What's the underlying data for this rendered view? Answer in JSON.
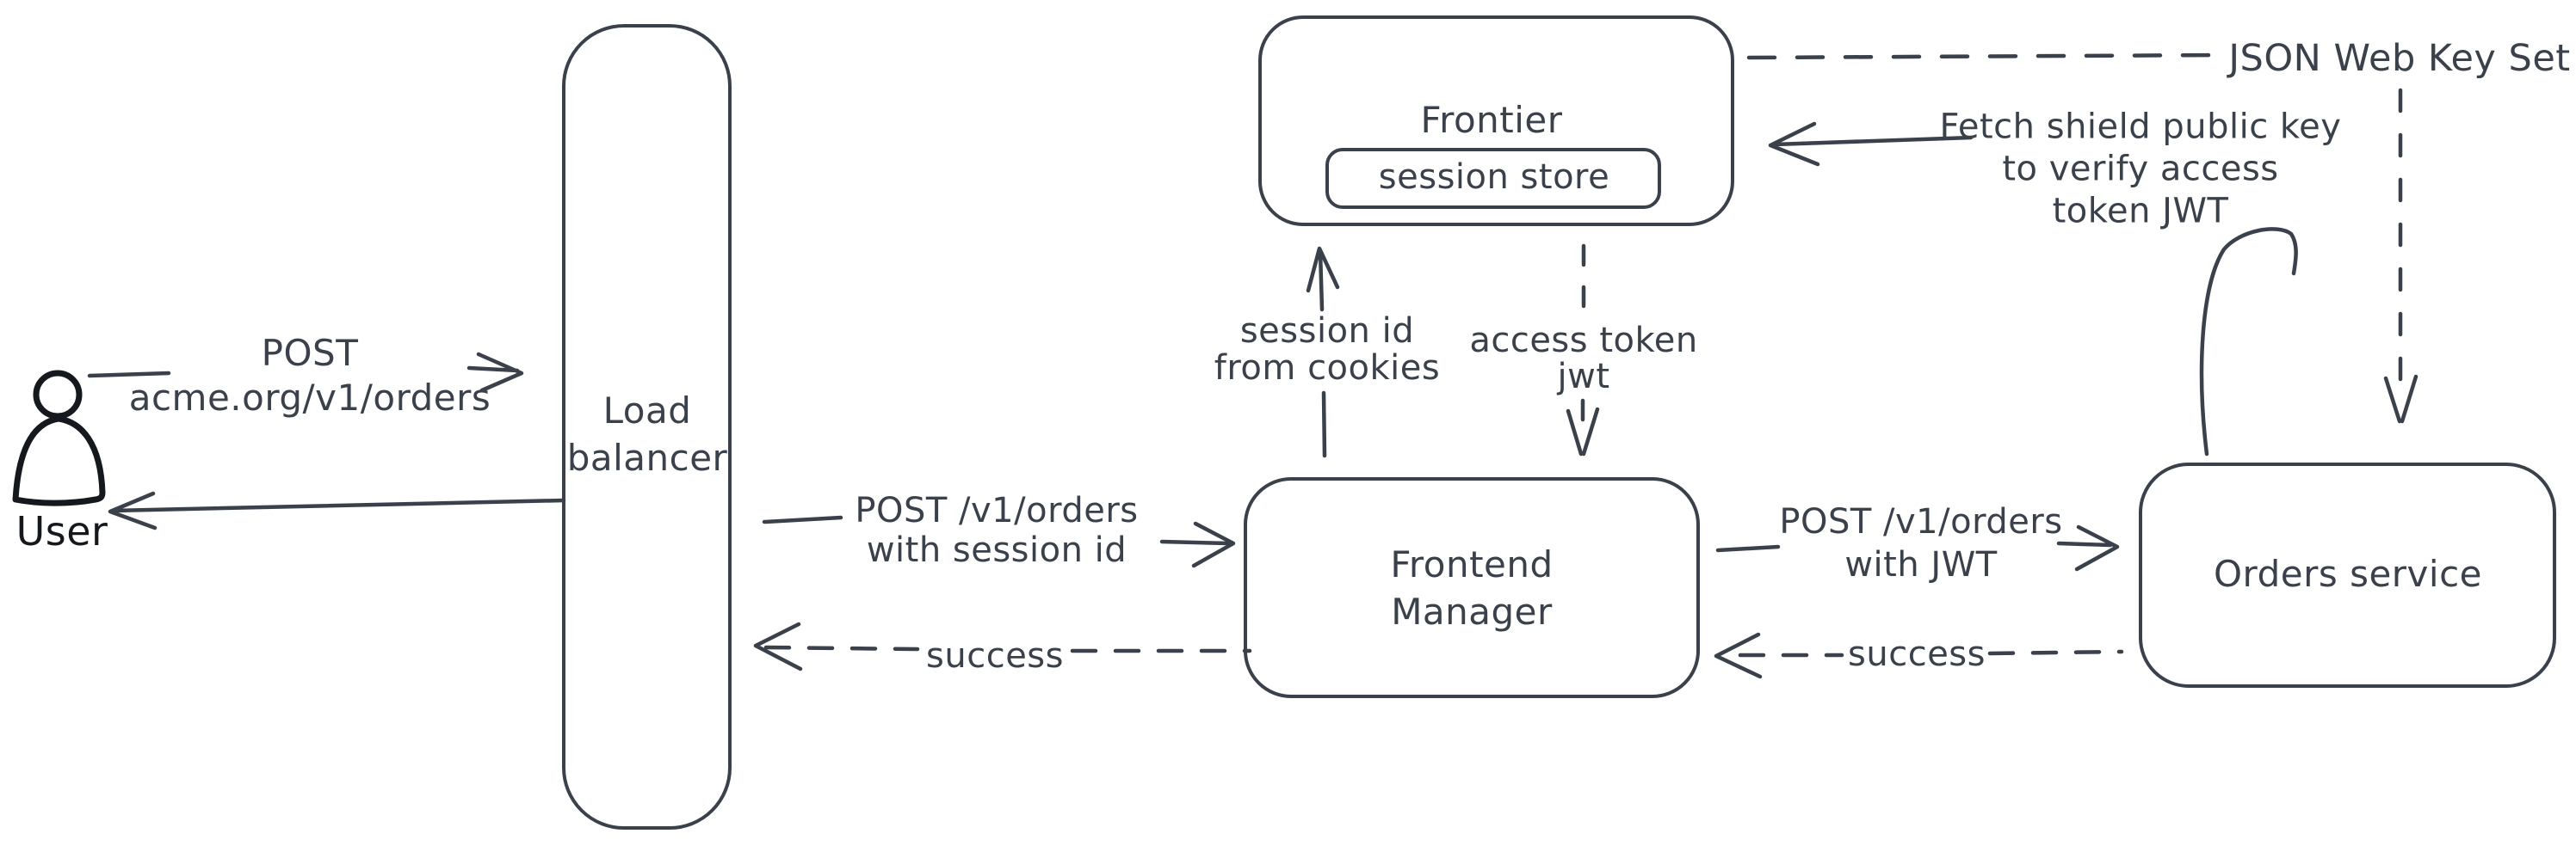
{
  "colors": {
    "stroke": "#3a414b",
    "user_stroke": "#15181c",
    "user_fill_crosshatch": "#c9d3dc",
    "background": "#ffffff"
  },
  "nodes": {
    "user": {
      "label": "User"
    },
    "load_balancer": {
      "line1": "Load",
      "line2": "balancer"
    },
    "frontier": {
      "title": "Frontier",
      "session_store": "session store"
    },
    "frontend_manager": {
      "line1": "Frontend",
      "line2": "Manager"
    },
    "orders_service": {
      "label": "Orders service"
    }
  },
  "edges": {
    "user_to_lb": {
      "line1": "POST",
      "line2": "acme.org/v1/orders"
    },
    "lb_to_fm": {
      "line1": "POST /v1/orders",
      "line2": "with session id"
    },
    "fm_to_lb": {
      "label": "success"
    },
    "fm_to_frontier": {
      "line1": "session id",
      "line2": "from cookies"
    },
    "frontier_to_fm": {
      "line1": "access token",
      "line2": "jwt"
    },
    "fm_to_orders": {
      "line1": "POST /v1/orders",
      "line2": "with JWT"
    },
    "orders_to_fm": {
      "label": "success"
    },
    "orders_to_frontier": {
      "line1": "Fetch shield public key",
      "line2": "to verify access",
      "line3": "token JWT"
    },
    "jwks": {
      "label": "JSON Web Key Set"
    }
  }
}
